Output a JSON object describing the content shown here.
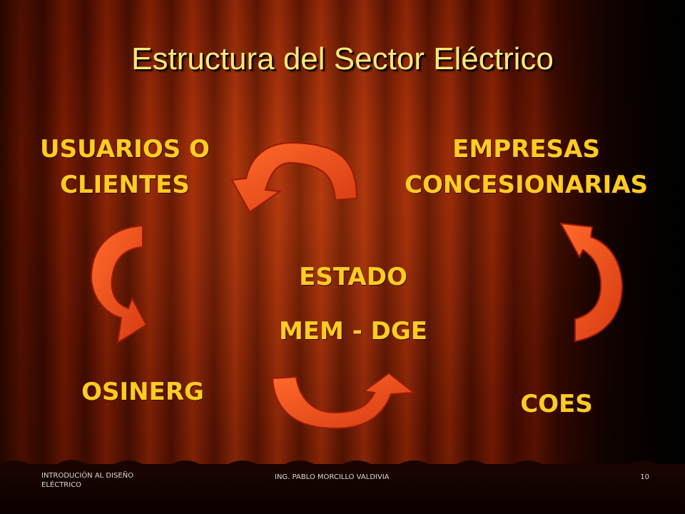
{
  "slide": {
    "title": "Estructura del Sector Eléctrico",
    "nodes": {
      "usuarios": [
        "USUARIOS O",
        "CLIENTES"
      ],
      "empresas": [
        "EMPRESAS",
        "CONCESIONARIAS"
      ],
      "estado": [
        "ESTADO",
        "MEM - DGE"
      ],
      "osinerg": "OSINERG",
      "coes": "COES"
    },
    "footer": {
      "course": "INTRODUCIÓN AL DISEÑO ELÉCTRICO",
      "author": "ING. PABLO MORCILLO VALDIVIA",
      "page": "10"
    }
  },
  "colors": {
    "arrow_fill": "#e84a1c",
    "arrow_stroke": "#a01808",
    "node_text": "#ffcc22",
    "title_text": "#ffe87a"
  }
}
